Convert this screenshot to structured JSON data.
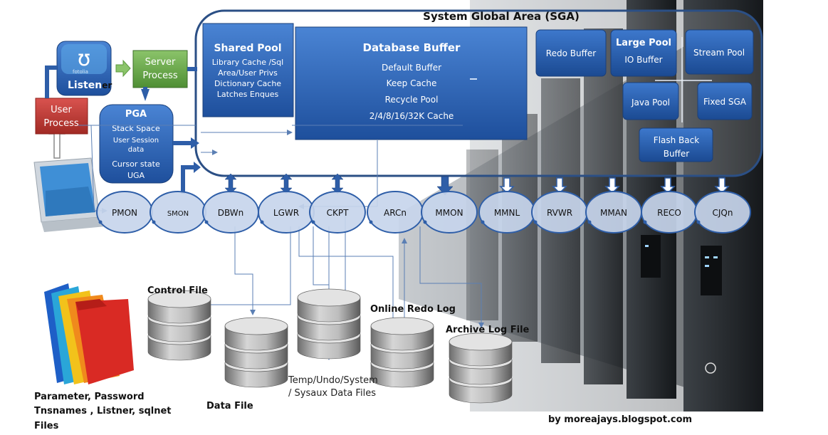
{
  "sga": {
    "title": "System Global Area (SGA)",
    "shared_pool": {
      "title": "Shared Pool",
      "lines": [
        "Library Cache /Sql",
        "Area/User Privs",
        "Dictionary Cache",
        "Latches Enques"
      ]
    },
    "database_buffer": {
      "title": "Database Buffer",
      "lines": [
        "Default Buffer",
        "Keep Cache",
        "Recycle Pool",
        "2/4/8/16/32K  Cache"
      ]
    },
    "redo_buffer": "Redo Buffer",
    "large_pool": {
      "title": "Large Pool",
      "sub": "IO Buffer"
    },
    "stream_pool": "Stream Pool",
    "java_pool": "Java Pool",
    "fixed_sga": "Fixed SGA",
    "flashback_buffer": [
      "Flash Back",
      "Buffer"
    ]
  },
  "client": {
    "listener": {
      "text": "Listen",
      "tail": "er",
      "watermark": "fotolia"
    },
    "server_process": [
      "Server",
      "Process"
    ],
    "user_process": [
      "User",
      "Process"
    ],
    "pga": {
      "title": "PGA",
      "lines": [
        "Stack Space",
        "User Session",
        "data",
        "Cursor state",
        "UGA"
      ]
    }
  },
  "processes": [
    "PMON",
    "SMON",
    "DBWn",
    "LGWR",
    "CKPT",
    "ARCn",
    "MMON",
    "MMNL",
    "RVWR",
    "MMAN",
    "RECO",
    "CJQn"
  ],
  "files": {
    "control": "Control File",
    "data": "Data File",
    "temp_undo": [
      "Temp/Undo/System",
      "/ Sysaux Data Files"
    ],
    "online_redo": "Online Redo Log",
    "archive": "Archive Log File",
    "parameter": [
      "Parameter, Password",
      "Tnsnames , Listner, sqlnet",
      "Files"
    ]
  },
  "credit": "by moreajays.blogspot.com",
  "colors": {
    "box_blue": "#2b62b3",
    "ellipse_blue": "#c7d5ec",
    "user_red": "#c0392b",
    "server_green": "#6aa84f"
  }
}
